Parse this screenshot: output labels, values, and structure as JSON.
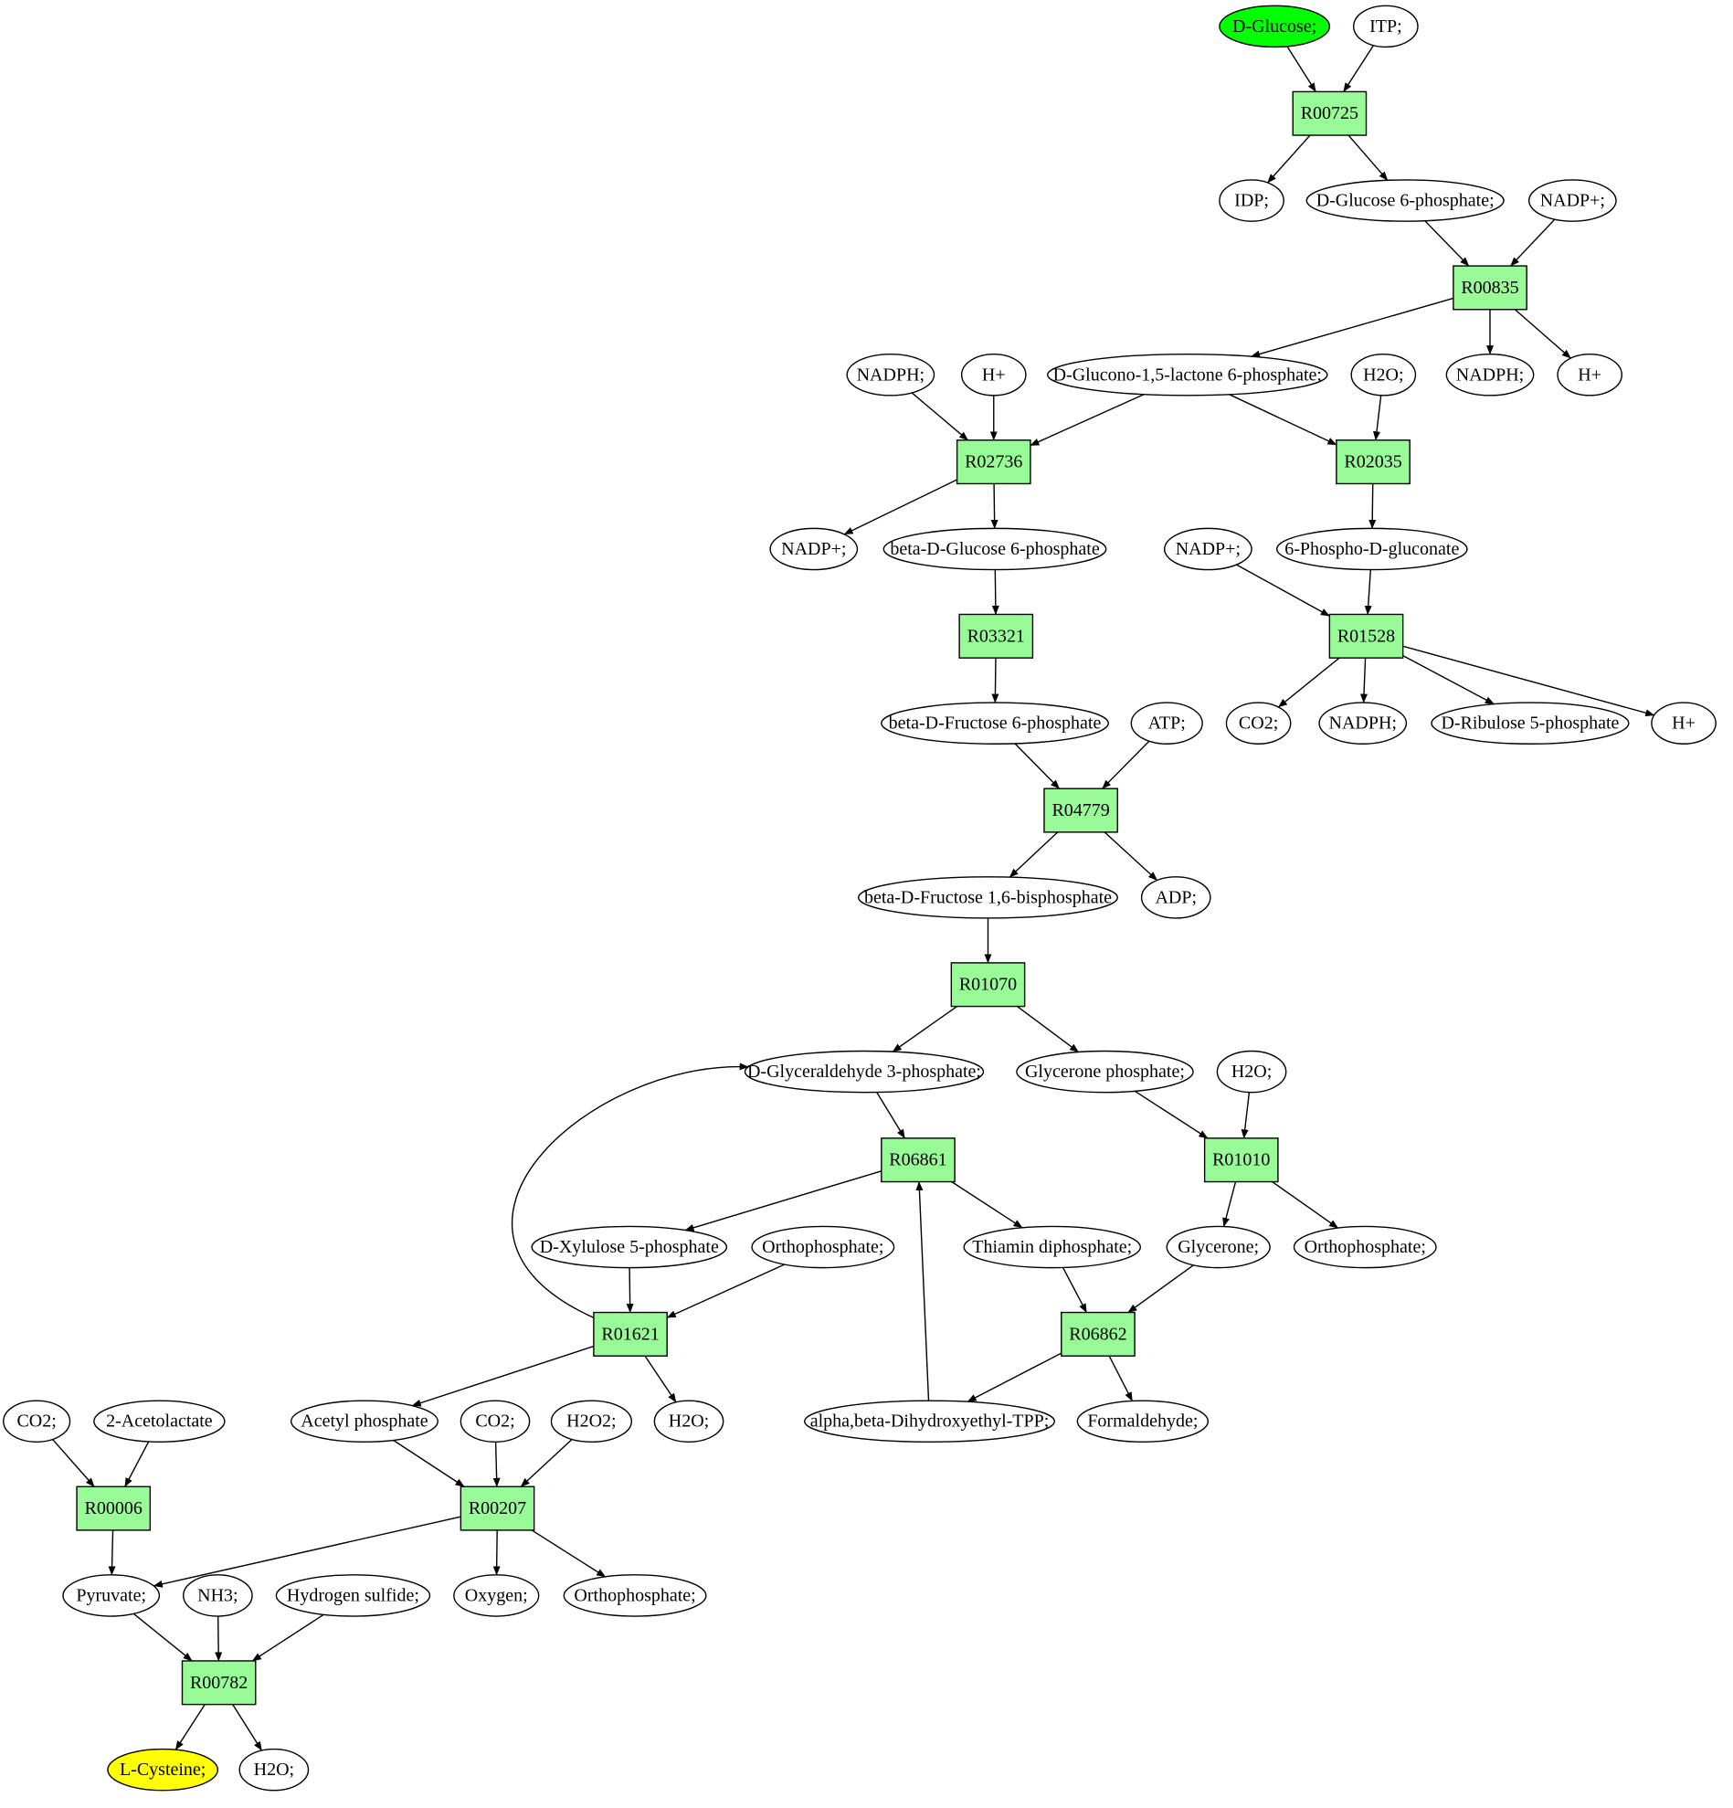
{
  "diagram": {
    "colors": {
      "reaction_fill": "#98fb98",
      "start_fill": "#00ff00",
      "end_fill": "#ffff00",
      "node_fill": "#ffffff",
      "stroke": "#000000"
    },
    "nodes": [
      {
        "id": "glc",
        "label": "D-Glucose;",
        "kind": "start"
      },
      {
        "id": "itp",
        "label": "ITP;",
        "kind": "compound"
      },
      {
        "id": "r00725",
        "label": "R00725",
        "kind": "reaction"
      },
      {
        "id": "idp",
        "label": "IDP;",
        "kind": "compound"
      },
      {
        "id": "g6p",
        "label": "D-Glucose 6-phosphate;",
        "kind": "compound"
      },
      {
        "id": "nadp_a",
        "label": "NADP+;",
        "kind": "compound"
      },
      {
        "id": "r00835",
        "label": "R00835",
        "kind": "reaction"
      },
      {
        "id": "nadph_a",
        "label": "NADPH;",
        "kind": "compound"
      },
      {
        "id": "h_a",
        "label": "H+",
        "kind": "compound"
      },
      {
        "id": "nadph_b",
        "label": "NADPH;",
        "kind": "compound"
      },
      {
        "id": "h_b",
        "label": "H+",
        "kind": "compound"
      },
      {
        "id": "gdl6p",
        "label": "D-Glucono-1,5-lactone 6-phosphate;",
        "kind": "compound"
      },
      {
        "id": "h2o_a",
        "label": "H2O;",
        "kind": "compound"
      },
      {
        "id": "r02736",
        "label": "R02736",
        "kind": "reaction"
      },
      {
        "id": "r02035",
        "label": "R02035",
        "kind": "reaction"
      },
      {
        "id": "nadp_b",
        "label": "NADP+;",
        "kind": "compound"
      },
      {
        "id": "bg6p",
        "label": "beta-D-Glucose 6-phosphate",
        "kind": "compound"
      },
      {
        "id": "nadp_c",
        "label": "NADP+;",
        "kind": "compound"
      },
      {
        "id": "pg6",
        "label": "6-Phospho-D-gluconate",
        "kind": "compound"
      },
      {
        "id": "r03321",
        "label": "R03321",
        "kind": "reaction"
      },
      {
        "id": "r01528",
        "label": "R01528",
        "kind": "reaction"
      },
      {
        "id": "co2_a",
        "label": "CO2;",
        "kind": "compound"
      },
      {
        "id": "nadph_c",
        "label": "NADPH;",
        "kind": "compound"
      },
      {
        "id": "ru5p",
        "label": "D-Ribulose 5-phosphate",
        "kind": "compound"
      },
      {
        "id": "h_c",
        "label": "H+",
        "kind": "compound"
      },
      {
        "id": "bf6p",
        "label": "beta-D-Fructose 6-phosphate",
        "kind": "compound"
      },
      {
        "id": "atp",
        "label": "ATP;",
        "kind": "compound"
      },
      {
        "id": "r04779",
        "label": "R04779",
        "kind": "reaction"
      },
      {
        "id": "fbp",
        "label": "beta-D-Fructose 1,6-bisphosphate",
        "kind": "compound"
      },
      {
        "id": "adp",
        "label": "ADP;",
        "kind": "compound"
      },
      {
        "id": "r01070",
        "label": "R01070",
        "kind": "reaction"
      },
      {
        "id": "gap",
        "label": "D-Glyceraldehyde 3-phosphate;",
        "kind": "compound"
      },
      {
        "id": "dhap",
        "label": "Glycerone phosphate;",
        "kind": "compound"
      },
      {
        "id": "h2o_b",
        "label": "H2O;",
        "kind": "compound"
      },
      {
        "id": "r06861",
        "label": "R06861",
        "kind": "reaction"
      },
      {
        "id": "r01010",
        "label": "R01010",
        "kind": "reaction"
      },
      {
        "id": "xu5p",
        "label": "D-Xylulose 5-phosphate",
        "kind": "compound"
      },
      {
        "id": "pi_a",
        "label": "Orthophosphate;",
        "kind": "compound"
      },
      {
        "id": "tpp",
        "label": "Thiamin diphosphate;",
        "kind": "compound"
      },
      {
        "id": "glycerone",
        "label": "Glycerone;",
        "kind": "compound"
      },
      {
        "id": "pi_b",
        "label": "Orthophosphate;",
        "kind": "compound"
      },
      {
        "id": "r01621",
        "label": "R01621",
        "kind": "reaction"
      },
      {
        "id": "r06862",
        "label": "R06862",
        "kind": "reaction"
      },
      {
        "id": "co2_b",
        "label": "CO2;",
        "kind": "compound"
      },
      {
        "id": "acl",
        "label": "2-Acetolactate",
        "kind": "compound"
      },
      {
        "id": "acp",
        "label": "Acetyl phosphate",
        "kind": "compound"
      },
      {
        "id": "co2_c",
        "label": "CO2;",
        "kind": "compound"
      },
      {
        "id": "h2o2",
        "label": "H2O2;",
        "kind": "compound"
      },
      {
        "id": "h2o_c",
        "label": "H2O;",
        "kind": "compound"
      },
      {
        "id": "dhetpp",
        "label": "alpha,beta-Dihydroxyethyl-TPP;",
        "kind": "compound"
      },
      {
        "id": "hcho",
        "label": "Formaldehyde;",
        "kind": "compound"
      },
      {
        "id": "r00006",
        "label": "R00006",
        "kind": "reaction"
      },
      {
        "id": "r00207",
        "label": "R00207",
        "kind": "reaction"
      },
      {
        "id": "pyr",
        "label": "Pyruvate;",
        "kind": "compound"
      },
      {
        "id": "nh3",
        "label": "NH3;",
        "kind": "compound"
      },
      {
        "id": "h2s",
        "label": "Hydrogen sulfide;",
        "kind": "compound"
      },
      {
        "id": "o2",
        "label": "Oxygen;",
        "kind": "compound"
      },
      {
        "id": "pi_c",
        "label": "Orthophosphate;",
        "kind": "compound"
      },
      {
        "id": "r00782",
        "label": "R00782",
        "kind": "reaction"
      },
      {
        "id": "cys",
        "label": "L-Cysteine;",
        "kind": "end"
      },
      {
        "id": "h2o_d",
        "label": "H2O;",
        "kind": "compound"
      }
    ],
    "edges": [
      {
        "from": "glc",
        "to": "r00725"
      },
      {
        "from": "itp",
        "to": "r00725"
      },
      {
        "from": "r00725",
        "to": "idp"
      },
      {
        "from": "r00725",
        "to": "g6p"
      },
      {
        "from": "g6p",
        "to": "r00835"
      },
      {
        "from": "nadp_a",
        "to": "r00835"
      },
      {
        "from": "r00835",
        "to": "gdl6p"
      },
      {
        "from": "r00835",
        "to": "nadph_b"
      },
      {
        "from": "r00835",
        "to": "h_b"
      },
      {
        "from": "nadph_a",
        "to": "r02736"
      },
      {
        "from": "h_a",
        "to": "r02736"
      },
      {
        "from": "gdl6p",
        "to": "r02736"
      },
      {
        "from": "gdl6p",
        "to": "r02035"
      },
      {
        "from": "h2o_a",
        "to": "r02035"
      },
      {
        "from": "r02736",
        "to": "nadp_b"
      },
      {
        "from": "r02736",
        "to": "bg6p"
      },
      {
        "from": "r02035",
        "to": "pg6"
      },
      {
        "from": "bg6p",
        "to": "r03321"
      },
      {
        "from": "nadp_c",
        "to": "r01528"
      },
      {
        "from": "pg6",
        "to": "r01528"
      },
      {
        "from": "r01528",
        "to": "co2_a"
      },
      {
        "from": "r01528",
        "to": "nadph_c"
      },
      {
        "from": "r01528",
        "to": "ru5p"
      },
      {
        "from": "r01528",
        "to": "h_c"
      },
      {
        "from": "r03321",
        "to": "bf6p"
      },
      {
        "from": "bf6p",
        "to": "r04779"
      },
      {
        "from": "atp",
        "to": "r04779"
      },
      {
        "from": "r04779",
        "to": "fbp"
      },
      {
        "from": "r04779",
        "to": "adp"
      },
      {
        "from": "fbp",
        "to": "r01070"
      },
      {
        "from": "r01070",
        "to": "gap"
      },
      {
        "from": "r01070",
        "to": "dhap"
      },
      {
        "from": "gap",
        "to": "r06861"
      },
      {
        "from": "dhap",
        "to": "r01010"
      },
      {
        "from": "h2o_b",
        "to": "r01010"
      },
      {
        "from": "r06861",
        "to": "xu5p"
      },
      {
        "from": "r06861",
        "to": "tpp"
      },
      {
        "from": "r01010",
        "to": "glycerone"
      },
      {
        "from": "r01010",
        "to": "pi_b"
      },
      {
        "from": "xu5p",
        "to": "r01621"
      },
      {
        "from": "pi_a",
        "to": "r01621"
      },
      {
        "from": "r01621",
        "to": "gap",
        "curve": "left"
      },
      {
        "from": "r01621",
        "to": "acp"
      },
      {
        "from": "r01621",
        "to": "h2o_c"
      },
      {
        "from": "tpp",
        "to": "r06862"
      },
      {
        "from": "glycerone",
        "to": "r06862"
      },
      {
        "from": "r06862",
        "to": "dhetpp"
      },
      {
        "from": "r06862",
        "to": "hcho"
      },
      {
        "from": "dhetpp",
        "to": "r06861"
      },
      {
        "from": "co2_b",
        "to": "r00006"
      },
      {
        "from": "acl",
        "to": "r00006"
      },
      {
        "from": "acp",
        "to": "r00207"
      },
      {
        "from": "co2_c",
        "to": "r00207"
      },
      {
        "from": "h2o2",
        "to": "r00207"
      },
      {
        "from": "r00006",
        "to": "pyr"
      },
      {
        "from": "r00207",
        "to": "pyr"
      },
      {
        "from": "r00207",
        "to": "o2"
      },
      {
        "from": "r00207",
        "to": "pi_c"
      },
      {
        "from": "pyr",
        "to": "r00782"
      },
      {
        "from": "nh3",
        "to": "r00782"
      },
      {
        "from": "h2s",
        "to": "r00782"
      },
      {
        "from": "r00782",
        "to": "cys"
      },
      {
        "from": "r00782",
        "to": "h2o_d"
      }
    ]
  }
}
